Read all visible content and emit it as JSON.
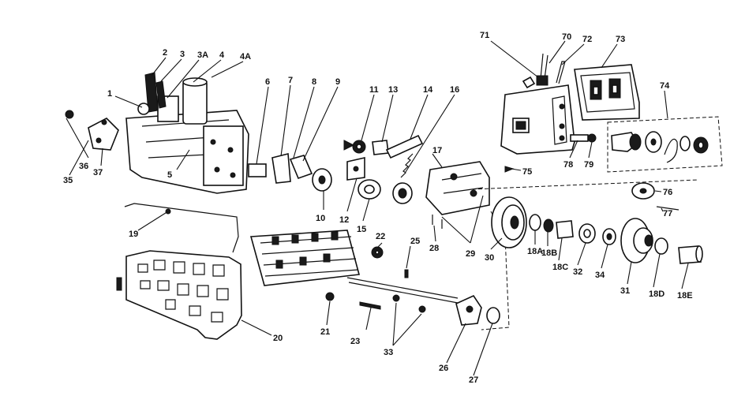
{
  "callouts": [
    {
      "id": "1",
      "text": "1"
    },
    {
      "id": "2",
      "text": "2"
    },
    {
      "id": "3",
      "text": "3"
    },
    {
      "id": "3a",
      "text": "3A"
    },
    {
      "id": "4",
      "text": "4"
    },
    {
      "id": "4a",
      "text": "4A"
    },
    {
      "id": "5",
      "text": "5"
    },
    {
      "id": "6",
      "text": "6"
    },
    {
      "id": "7",
      "text": "7"
    },
    {
      "id": "8",
      "text": "8"
    },
    {
      "id": "9",
      "text": "9"
    },
    {
      "id": "10",
      "text": "10"
    },
    {
      "id": "11",
      "text": "11"
    },
    {
      "id": "12",
      "text": "12"
    },
    {
      "id": "13",
      "text": "13"
    },
    {
      "id": "14",
      "text": "14"
    },
    {
      "id": "15",
      "text": "15"
    },
    {
      "id": "16",
      "text": "16"
    },
    {
      "id": "17",
      "text": "17"
    },
    {
      "id": "18a",
      "text": "18A"
    },
    {
      "id": "18b",
      "text": "18B"
    },
    {
      "id": "18c",
      "text": "18C"
    },
    {
      "id": "18d",
      "text": "18D"
    },
    {
      "id": "18e",
      "text": "18E"
    },
    {
      "id": "19",
      "text": "19"
    },
    {
      "id": "20",
      "text": "20"
    },
    {
      "id": "21",
      "text": "21"
    },
    {
      "id": "22",
      "text": "22"
    },
    {
      "id": "23",
      "text": "23"
    },
    {
      "id": "25",
      "text": "25"
    },
    {
      "id": "26",
      "text": "26"
    },
    {
      "id": "27",
      "text": "27"
    },
    {
      "id": "28",
      "text": "28"
    },
    {
      "id": "29",
      "text": "29"
    },
    {
      "id": "30",
      "text": "30"
    },
    {
      "id": "31",
      "text": "31"
    },
    {
      "id": "32",
      "text": "32"
    },
    {
      "id": "33",
      "text": "33"
    },
    {
      "id": "34",
      "text": "34"
    },
    {
      "id": "35",
      "text": "35"
    },
    {
      "id": "36",
      "text": "36"
    },
    {
      "id": "37",
      "text": "37"
    },
    {
      "id": "70",
      "text": "70"
    },
    {
      "id": "71",
      "text": "71"
    },
    {
      "id": "72",
      "text": "72"
    },
    {
      "id": "73",
      "text": "73"
    },
    {
      "id": "74",
      "text": "74"
    },
    {
      "id": "75",
      "text": "75"
    },
    {
      "id": "76",
      "text": "76"
    },
    {
      "id": "77",
      "text": "77"
    },
    {
      "id": "78",
      "text": "78"
    },
    {
      "id": "79",
      "text": "79"
    }
  ]
}
